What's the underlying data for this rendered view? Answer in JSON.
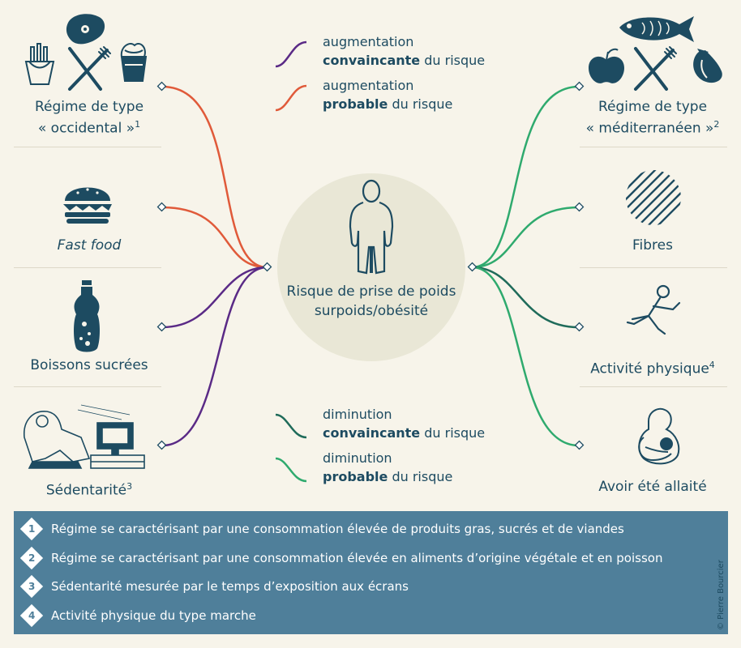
{
  "center": {
    "line1": "Risque de prise de poids",
    "line2": "surpoids/obésité"
  },
  "left_factors": [
    {
      "label_line1": "Régime de type",
      "label_line2": "« occidental »",
      "sup": "1"
    },
    {
      "label_line1": "Fast food"
    },
    {
      "label_line1": "Boissons sucrées"
    },
    {
      "label_line1": "Sédentarité",
      "sup": "3"
    }
  ],
  "right_factors": [
    {
      "label_line1": "Régime de type",
      "label_line2": "« méditerranéen »",
      "sup": "2"
    },
    {
      "label_line1": "Fibres"
    },
    {
      "label_line1": "Activité physique",
      "sup": "4"
    },
    {
      "label_line1": "Avoir été allaité"
    }
  ],
  "legend": {
    "inc_conv": {
      "pre": "augmentation",
      "bold": "convaincante",
      "post": " du risque"
    },
    "inc_prob": {
      "pre": "augmentation",
      "bold": "probable",
      "post": " du risque"
    },
    "dec_conv": {
      "pre": "diminution",
      "bold": "convaincante",
      "post": " du risque"
    },
    "dec_prob": {
      "pre": "diminution",
      "bold": "probable",
      "post": " du risque"
    }
  },
  "footnotes": [
    {
      "num": "1",
      "text": "Régime se caractérisant par une consommation élevée de produits gras, sucrés et de viandes"
    },
    {
      "num": "2",
      "text": "Régime se caractérisant par une consommation élevée en aliments d’origine végétale et en poisson"
    },
    {
      "num": "3",
      "text": "Sédentarité mesurée par le temps d’exposition aux écrans"
    },
    {
      "num": "4",
      "text": "Activité physique du type marche"
    }
  ],
  "credit": "© Pierre Bourcier",
  "colors": {
    "convincing_increase": "#5a2a86",
    "probable_increase": "#e05a3a",
    "convincing_decrease": "#1f6b5a",
    "probable_decrease": "#2faa6e",
    "text": "#1d4b61",
    "footnote_bg": "#4f7f9a",
    "center_circle": "#e9e7d6"
  },
  "icons": [
    "steak-icon",
    "fries-icon",
    "knife-fork-icon",
    "ice-cream-icon",
    "burger-icon",
    "soda-bottle-icon",
    "person-tv-icon",
    "fish-icon",
    "apple-icon",
    "eggplant-icon",
    "fibres-icon",
    "runner-icon",
    "breastfeeding-icon",
    "body-silhouette-icon"
  ]
}
